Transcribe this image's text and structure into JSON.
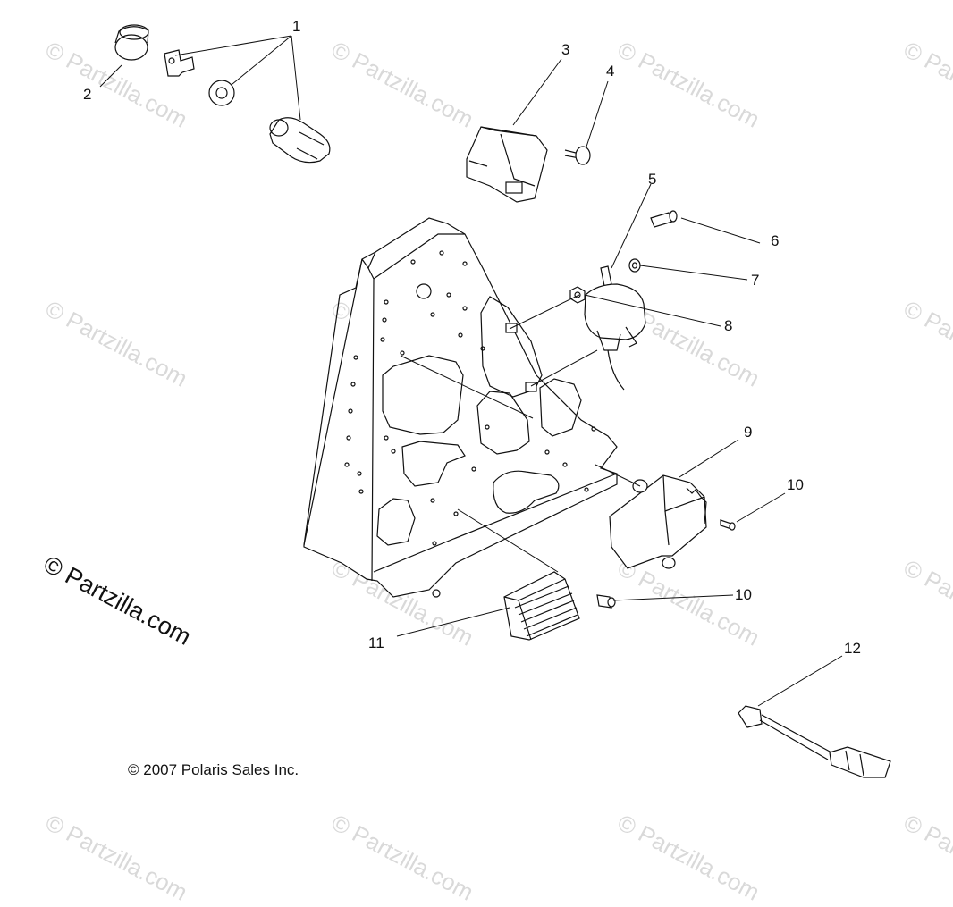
{
  "watermark": {
    "text": "© Partzilla.com",
    "main_text": "© Partzilla.com"
  },
  "callouts": {
    "c1": "1",
    "c2": "2",
    "c3": "3",
    "c4": "4",
    "c5": "5",
    "c6": "6",
    "c7": "7",
    "c8": "8",
    "c9": "9",
    "c10a": "10",
    "c10b": "10",
    "c11": "11",
    "c12": "12"
  },
  "copyright": "© 2007 Polaris Sales Inc.",
  "colors": {
    "line": "#111111",
    "watermark": "#d9d9d9",
    "background": "#ffffff"
  }
}
